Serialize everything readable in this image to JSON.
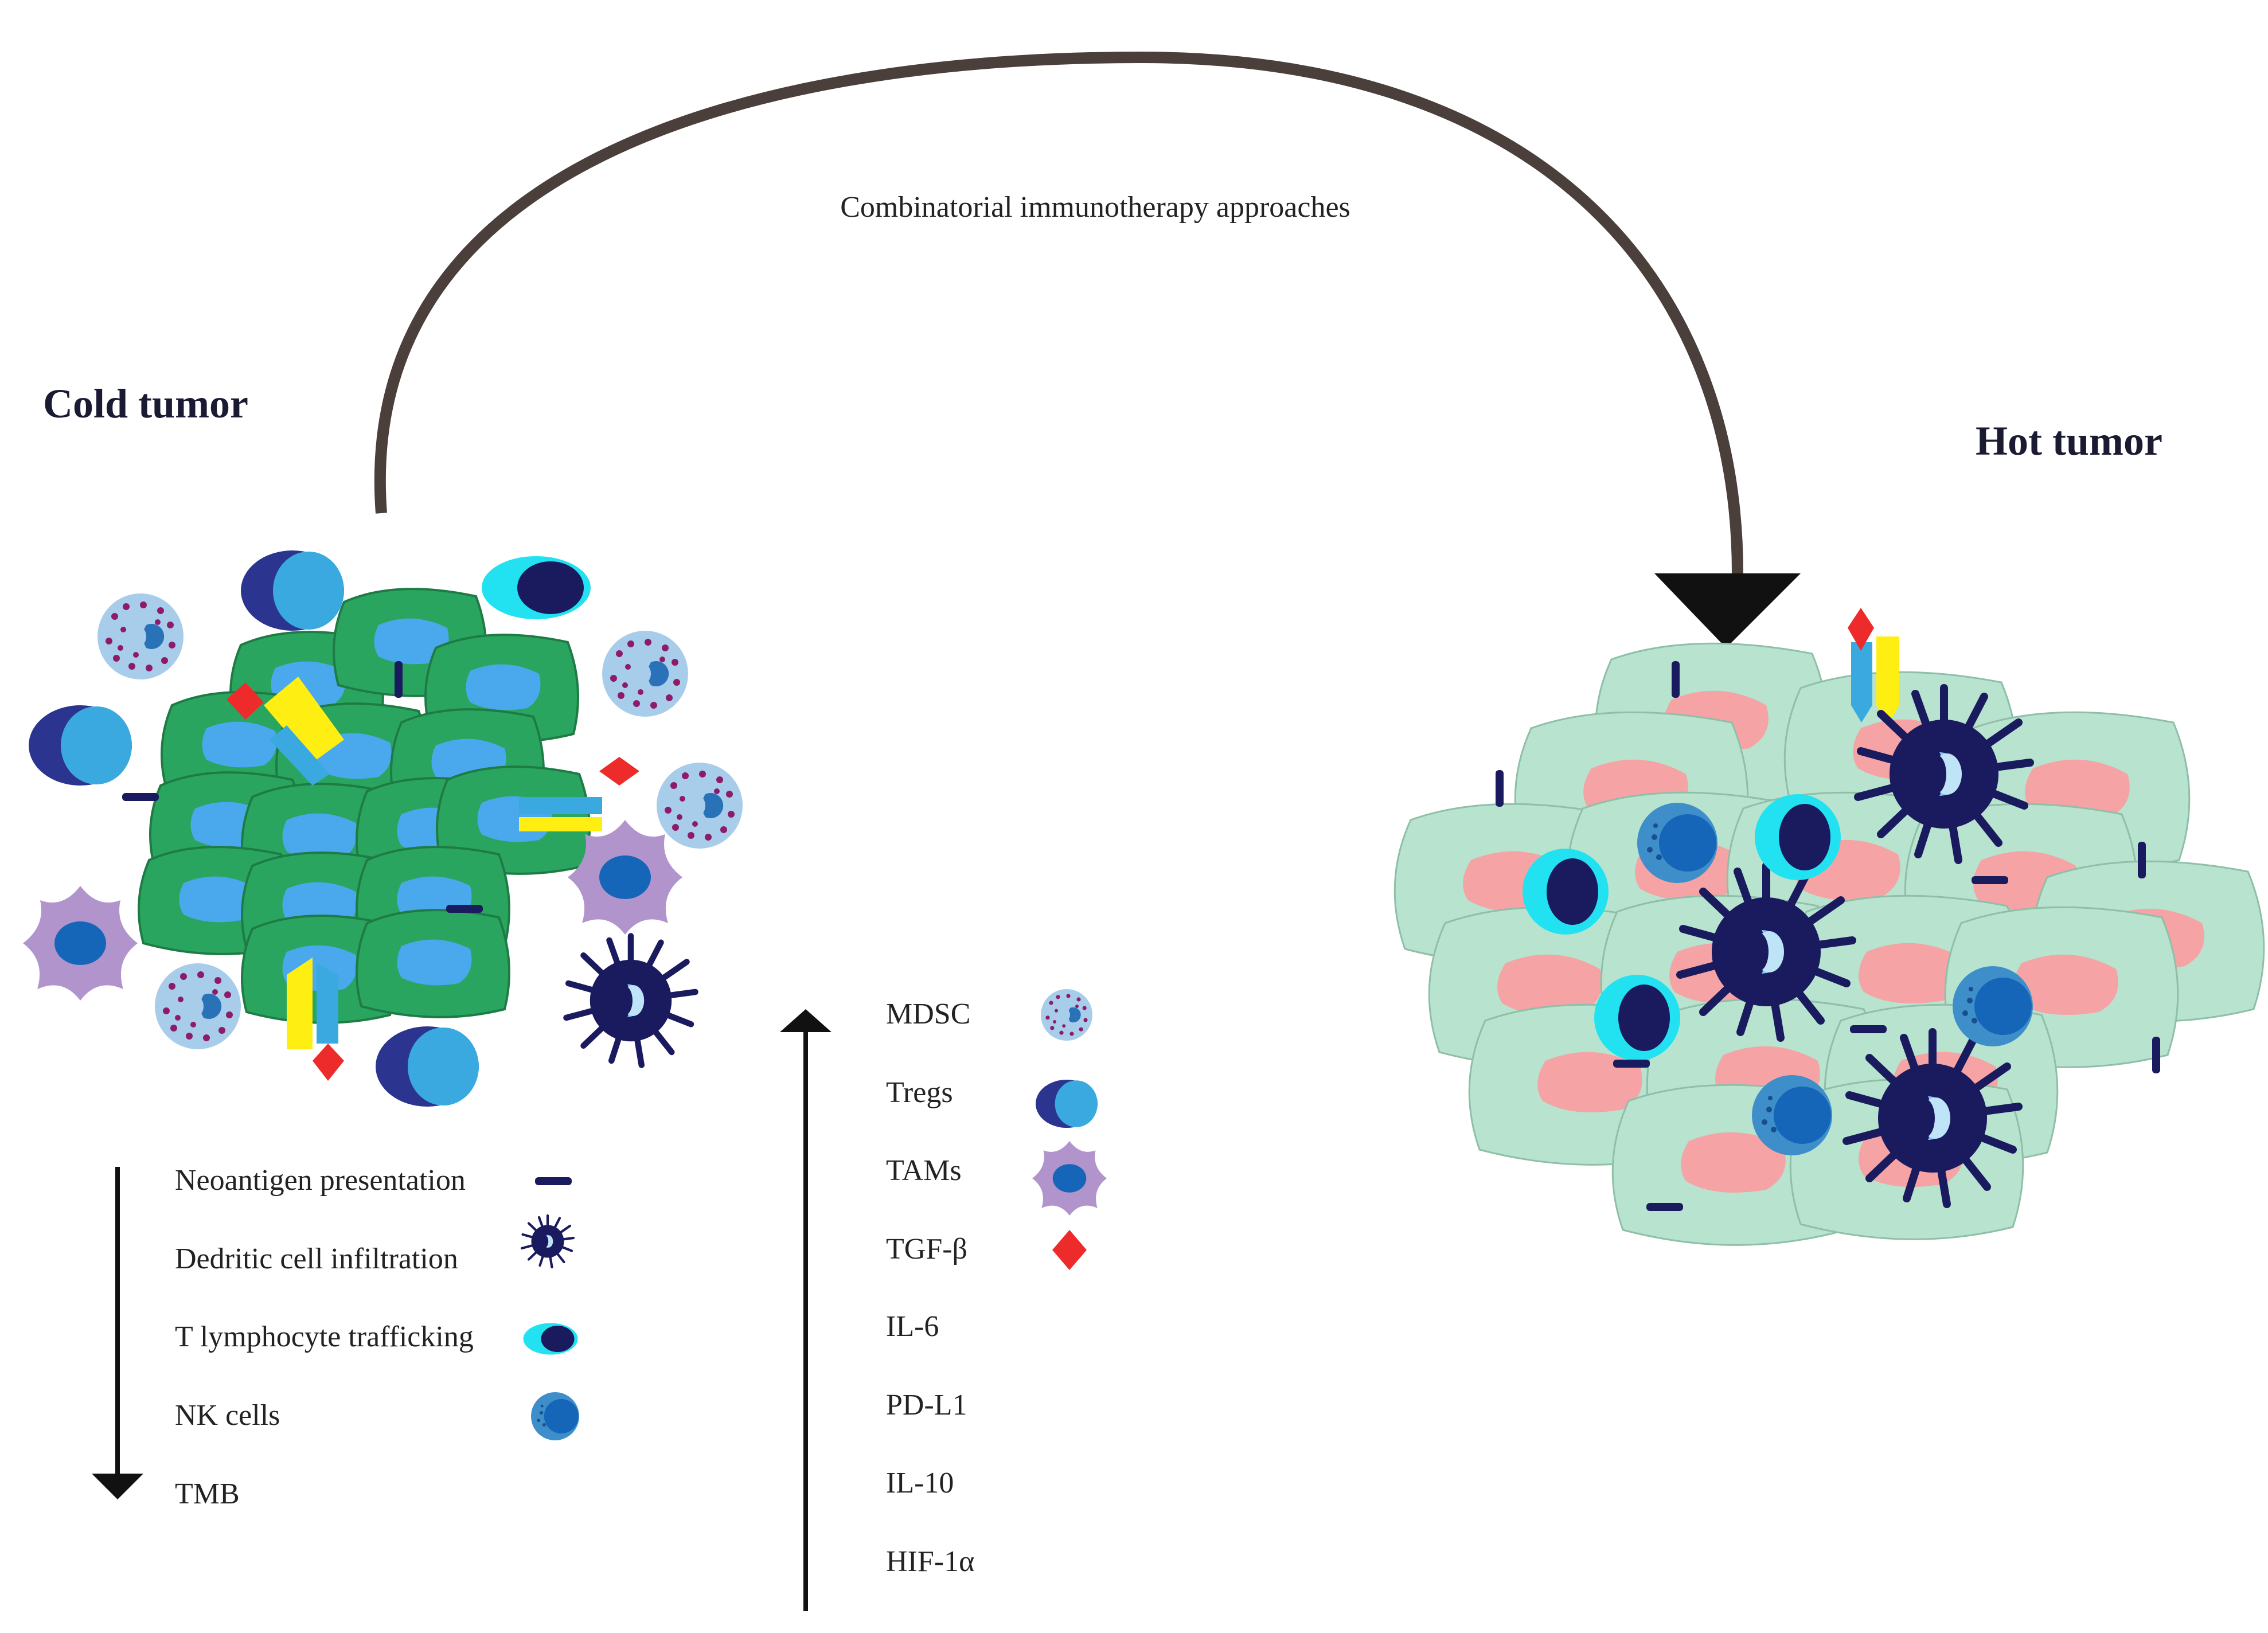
{
  "diagram": {
    "arc_label": "Combinatorial immunotherapy approaches",
    "cold_tumor_title": "Cold tumor",
    "hot_tumor_title": "Hot tumor"
  },
  "decreased_factors": [
    {
      "label": "Neoantigen presentation",
      "icon": "neoantigen-dash-icon"
    },
    {
      "label": "Dedritic cell infiltration",
      "icon": "dendritic-cell-icon"
    },
    {
      "label": "T lymphocyte trafficking",
      "icon": "t-lymphocyte-icon"
    },
    {
      "label": "NK cells",
      "icon": "nk-cell-icon"
    },
    {
      "label": "TMB",
      "icon": ""
    }
  ],
  "increased_factors": [
    {
      "label": "MDSC",
      "icon": "mdsc-icon"
    },
    {
      "label": "Tregs",
      "icon": "treg-icon"
    },
    {
      "label": "TAMs",
      "icon": "tam-icon"
    },
    {
      "label": "TGF-β",
      "icon": "tgf-beta-diamond-icon"
    },
    {
      "label": "IL-6",
      "icon": ""
    },
    {
      "label": "PD-L1",
      "icon": ""
    },
    {
      "label": "IL-10",
      "icon": ""
    },
    {
      "label": "HIF-1α",
      "icon": ""
    }
  ],
  "colors": {
    "cold_tumor_cell": "#2aa55f",
    "cold_tumor_nucleus": "#4aa8ec",
    "hot_tumor_cell": "#b7e3cf",
    "hot_tumor_nucleus": "#f5a3a4",
    "arc": "#4a3f3a",
    "dendritic": "#1a1a5e",
    "treg_dark": "#2b3590",
    "treg_light": "#3aa9e0",
    "t_cell_cyan": "#22e2f2",
    "mdsc_fill": "#a8cdea",
    "mdsc_dots": "#8e1b6a",
    "tam": "#b294cc",
    "tgf_beta": "#ee2b2b",
    "yellow_receptor": "#ffee11"
  }
}
